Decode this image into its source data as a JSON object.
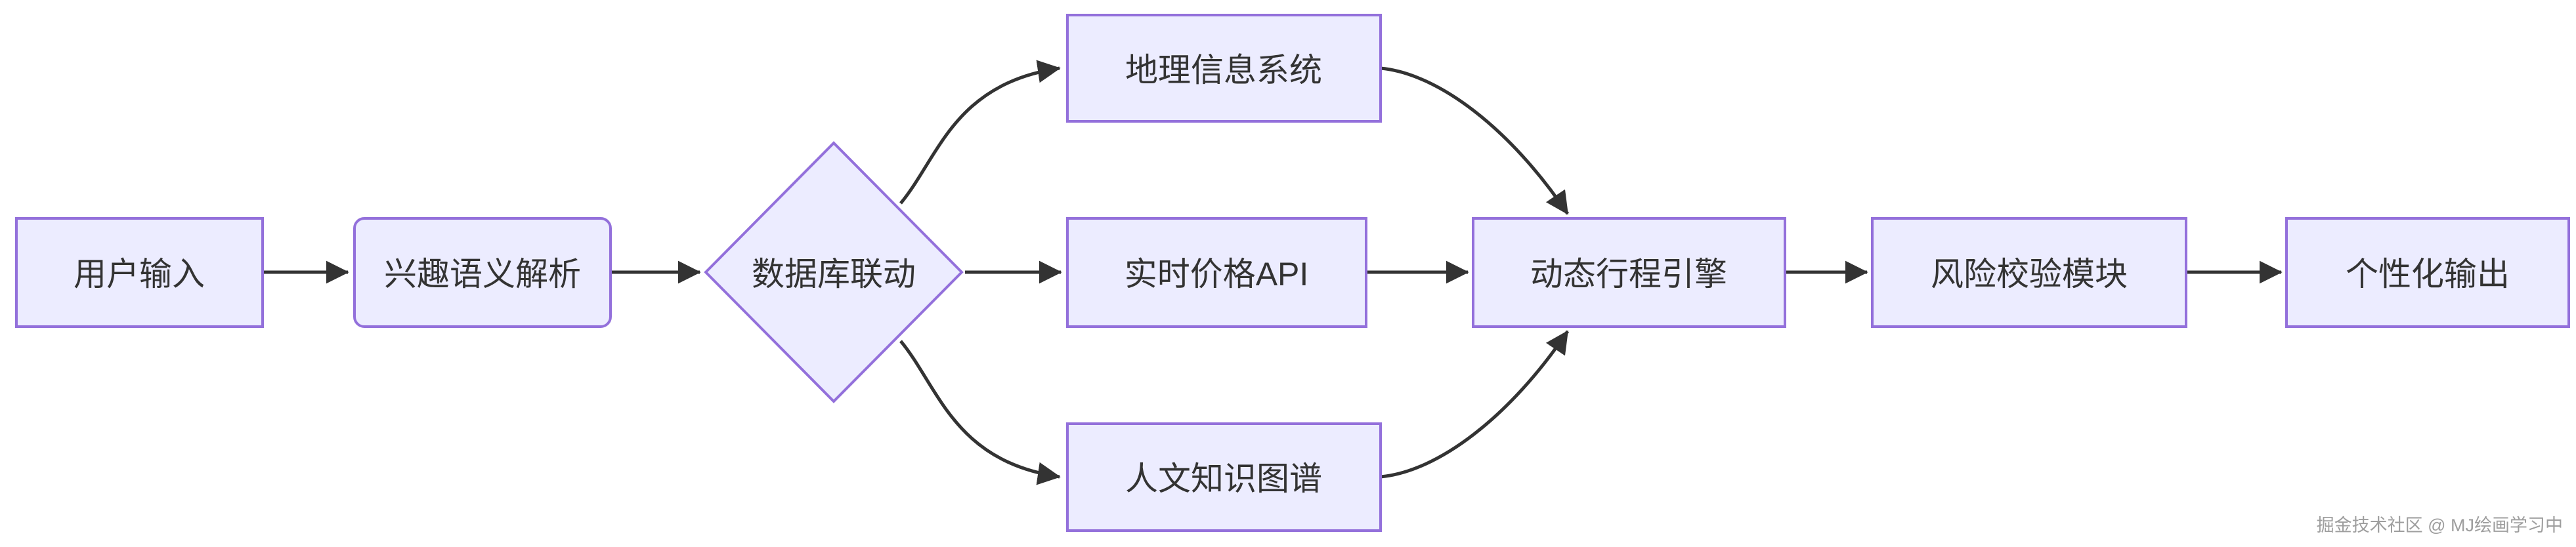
{
  "diagram": {
    "type": "flowchart",
    "direction": "left-to-right",
    "colors": {
      "background": "#FFFFFF",
      "node_fill": "#ECECFF",
      "node_border": "#9370DB",
      "edge": "#333333",
      "label": "#333333",
      "watermark": "#9E9E9E"
    },
    "nodes": [
      {
        "id": "user-input",
        "label": "用户输入",
        "shape": "rect"
      },
      {
        "id": "interest-semantic-parsing",
        "label": "兴趣语义解析",
        "shape": "rounded-rect"
      },
      {
        "id": "database-linkage",
        "label": "数据库联动",
        "shape": "diamond"
      },
      {
        "id": "geographic-info-system",
        "label": "地理信息系统",
        "shape": "rect"
      },
      {
        "id": "realtime-price-api",
        "label": "实时价格API",
        "shape": "rect"
      },
      {
        "id": "humanities-knowledge-graph",
        "label": "人文知识图谱",
        "shape": "rect"
      },
      {
        "id": "dynamic-itinerary-engine",
        "label": "动态行程引擎",
        "shape": "rect"
      },
      {
        "id": "risk-check-module",
        "label": "风险校验模块",
        "shape": "rect"
      },
      {
        "id": "personalized-output",
        "label": "个性化输出",
        "shape": "rect"
      }
    ],
    "edges": [
      {
        "from": "user-input",
        "to": "interest-semantic-parsing"
      },
      {
        "from": "interest-semantic-parsing",
        "to": "database-linkage"
      },
      {
        "from": "database-linkage",
        "to": "geographic-info-system"
      },
      {
        "from": "database-linkage",
        "to": "realtime-price-api"
      },
      {
        "from": "database-linkage",
        "to": "humanities-knowledge-graph"
      },
      {
        "from": "geographic-info-system",
        "to": "dynamic-itinerary-engine"
      },
      {
        "from": "realtime-price-api",
        "to": "dynamic-itinerary-engine"
      },
      {
        "from": "humanities-knowledge-graph",
        "to": "dynamic-itinerary-engine"
      },
      {
        "from": "dynamic-itinerary-engine",
        "to": "risk-check-module"
      },
      {
        "from": "risk-check-module",
        "to": "personalized-output"
      }
    ],
    "watermark": "掘金技术社区 @ MJ绘画学习中"
  }
}
